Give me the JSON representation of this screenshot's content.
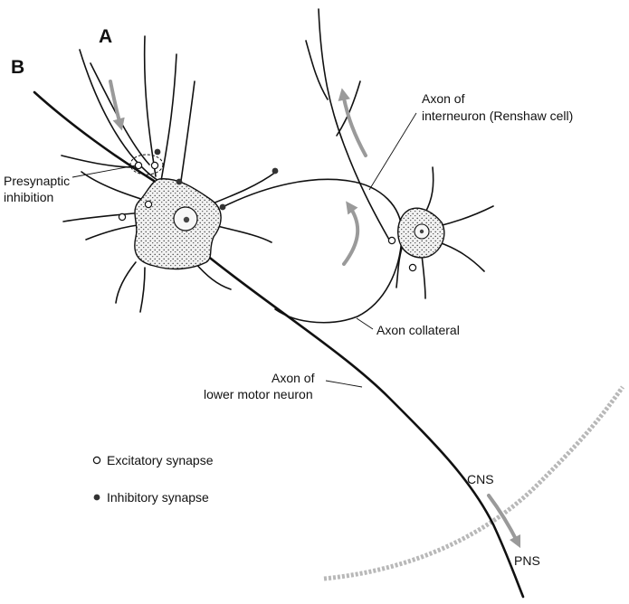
{
  "panel_labels": {
    "a": "A",
    "b": "B"
  },
  "labels": {
    "presynaptic_line1": "Presynaptic",
    "presynaptic_line2": "inhibition",
    "interneuron_axon_line1": "Axon of",
    "interneuron_axon_line2": "interneuron (Renshaw cell)",
    "axon_collateral": "Axon collateral",
    "motor_axon_line1": "Axon of",
    "motor_axon_line2": "lower motor neuron",
    "cns": "CNS",
    "pns": "PNS"
  },
  "legend": {
    "excitatory": "Excitatory synapse",
    "inhibitory": "Inhibitory synapse"
  },
  "colors": {
    "line": "#111111",
    "arrow": "#9a9a9a",
    "soma_fill": "#c9c9c9",
    "boundary": "#b8b8b8",
    "excitatory_fill": "#ffffff",
    "inhibitory_fill": "#333333"
  }
}
